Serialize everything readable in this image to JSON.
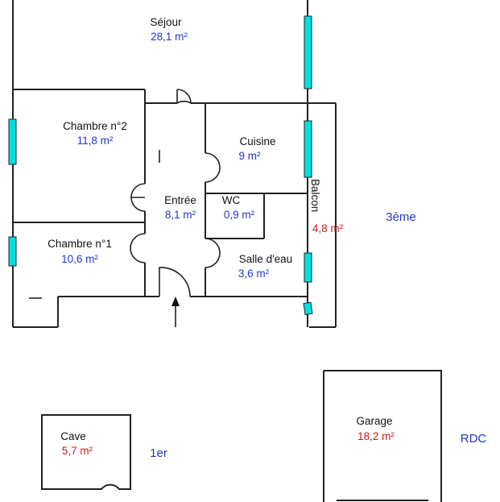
{
  "colors": {
    "wall": "#222222",
    "window": "#00e0e0",
    "area_blue": "#2038c8",
    "area_red": "#c81e1e",
    "level_blue": "#2038c8"
  },
  "rooms": {
    "sejour": {
      "name": "Séjour",
      "area": "28,1  m²"
    },
    "chambre2": {
      "name": "Chambre n°2",
      "area": "11,8  m²"
    },
    "cuisine": {
      "name": "Cuisine",
      "area": "9  m²"
    },
    "entree": {
      "name": "Entrée",
      "area": "8,1  m²"
    },
    "wc": {
      "name": "WC",
      "area": "0,9  m²"
    },
    "balcon": {
      "name": "Balcon",
      "area": "4,8  m²"
    },
    "chambre1": {
      "name": "Chambre n°1",
      "area": "10,6  m²"
    },
    "salle": {
      "name": "Salle d'eau",
      "area": "3,6  m²"
    },
    "cave": {
      "name": "Cave",
      "area": "5,7  m²"
    },
    "garage": {
      "name": "Garage",
      "area": "18,2  m²"
    }
  },
  "levels": {
    "third": "3ème",
    "first": "1er",
    "ground": "RDC"
  },
  "icons": {
    "entrance": "entrance-arrow-icon"
  }
}
